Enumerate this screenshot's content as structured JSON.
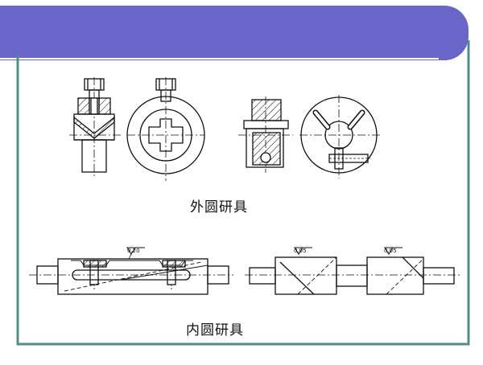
{
  "captions": {
    "outer_lapping_tool": "外圆研具",
    "inner_lapping_tool": "内圆研具"
  },
  "annotations": {
    "roughness_left": "0.20",
    "roughness_right_a": "0.05",
    "roughness_right_b": "0.05"
  },
  "colors": {
    "header_band": "#6a65c9",
    "frame": "#4f8f86",
    "drawing": "#111111"
  }
}
